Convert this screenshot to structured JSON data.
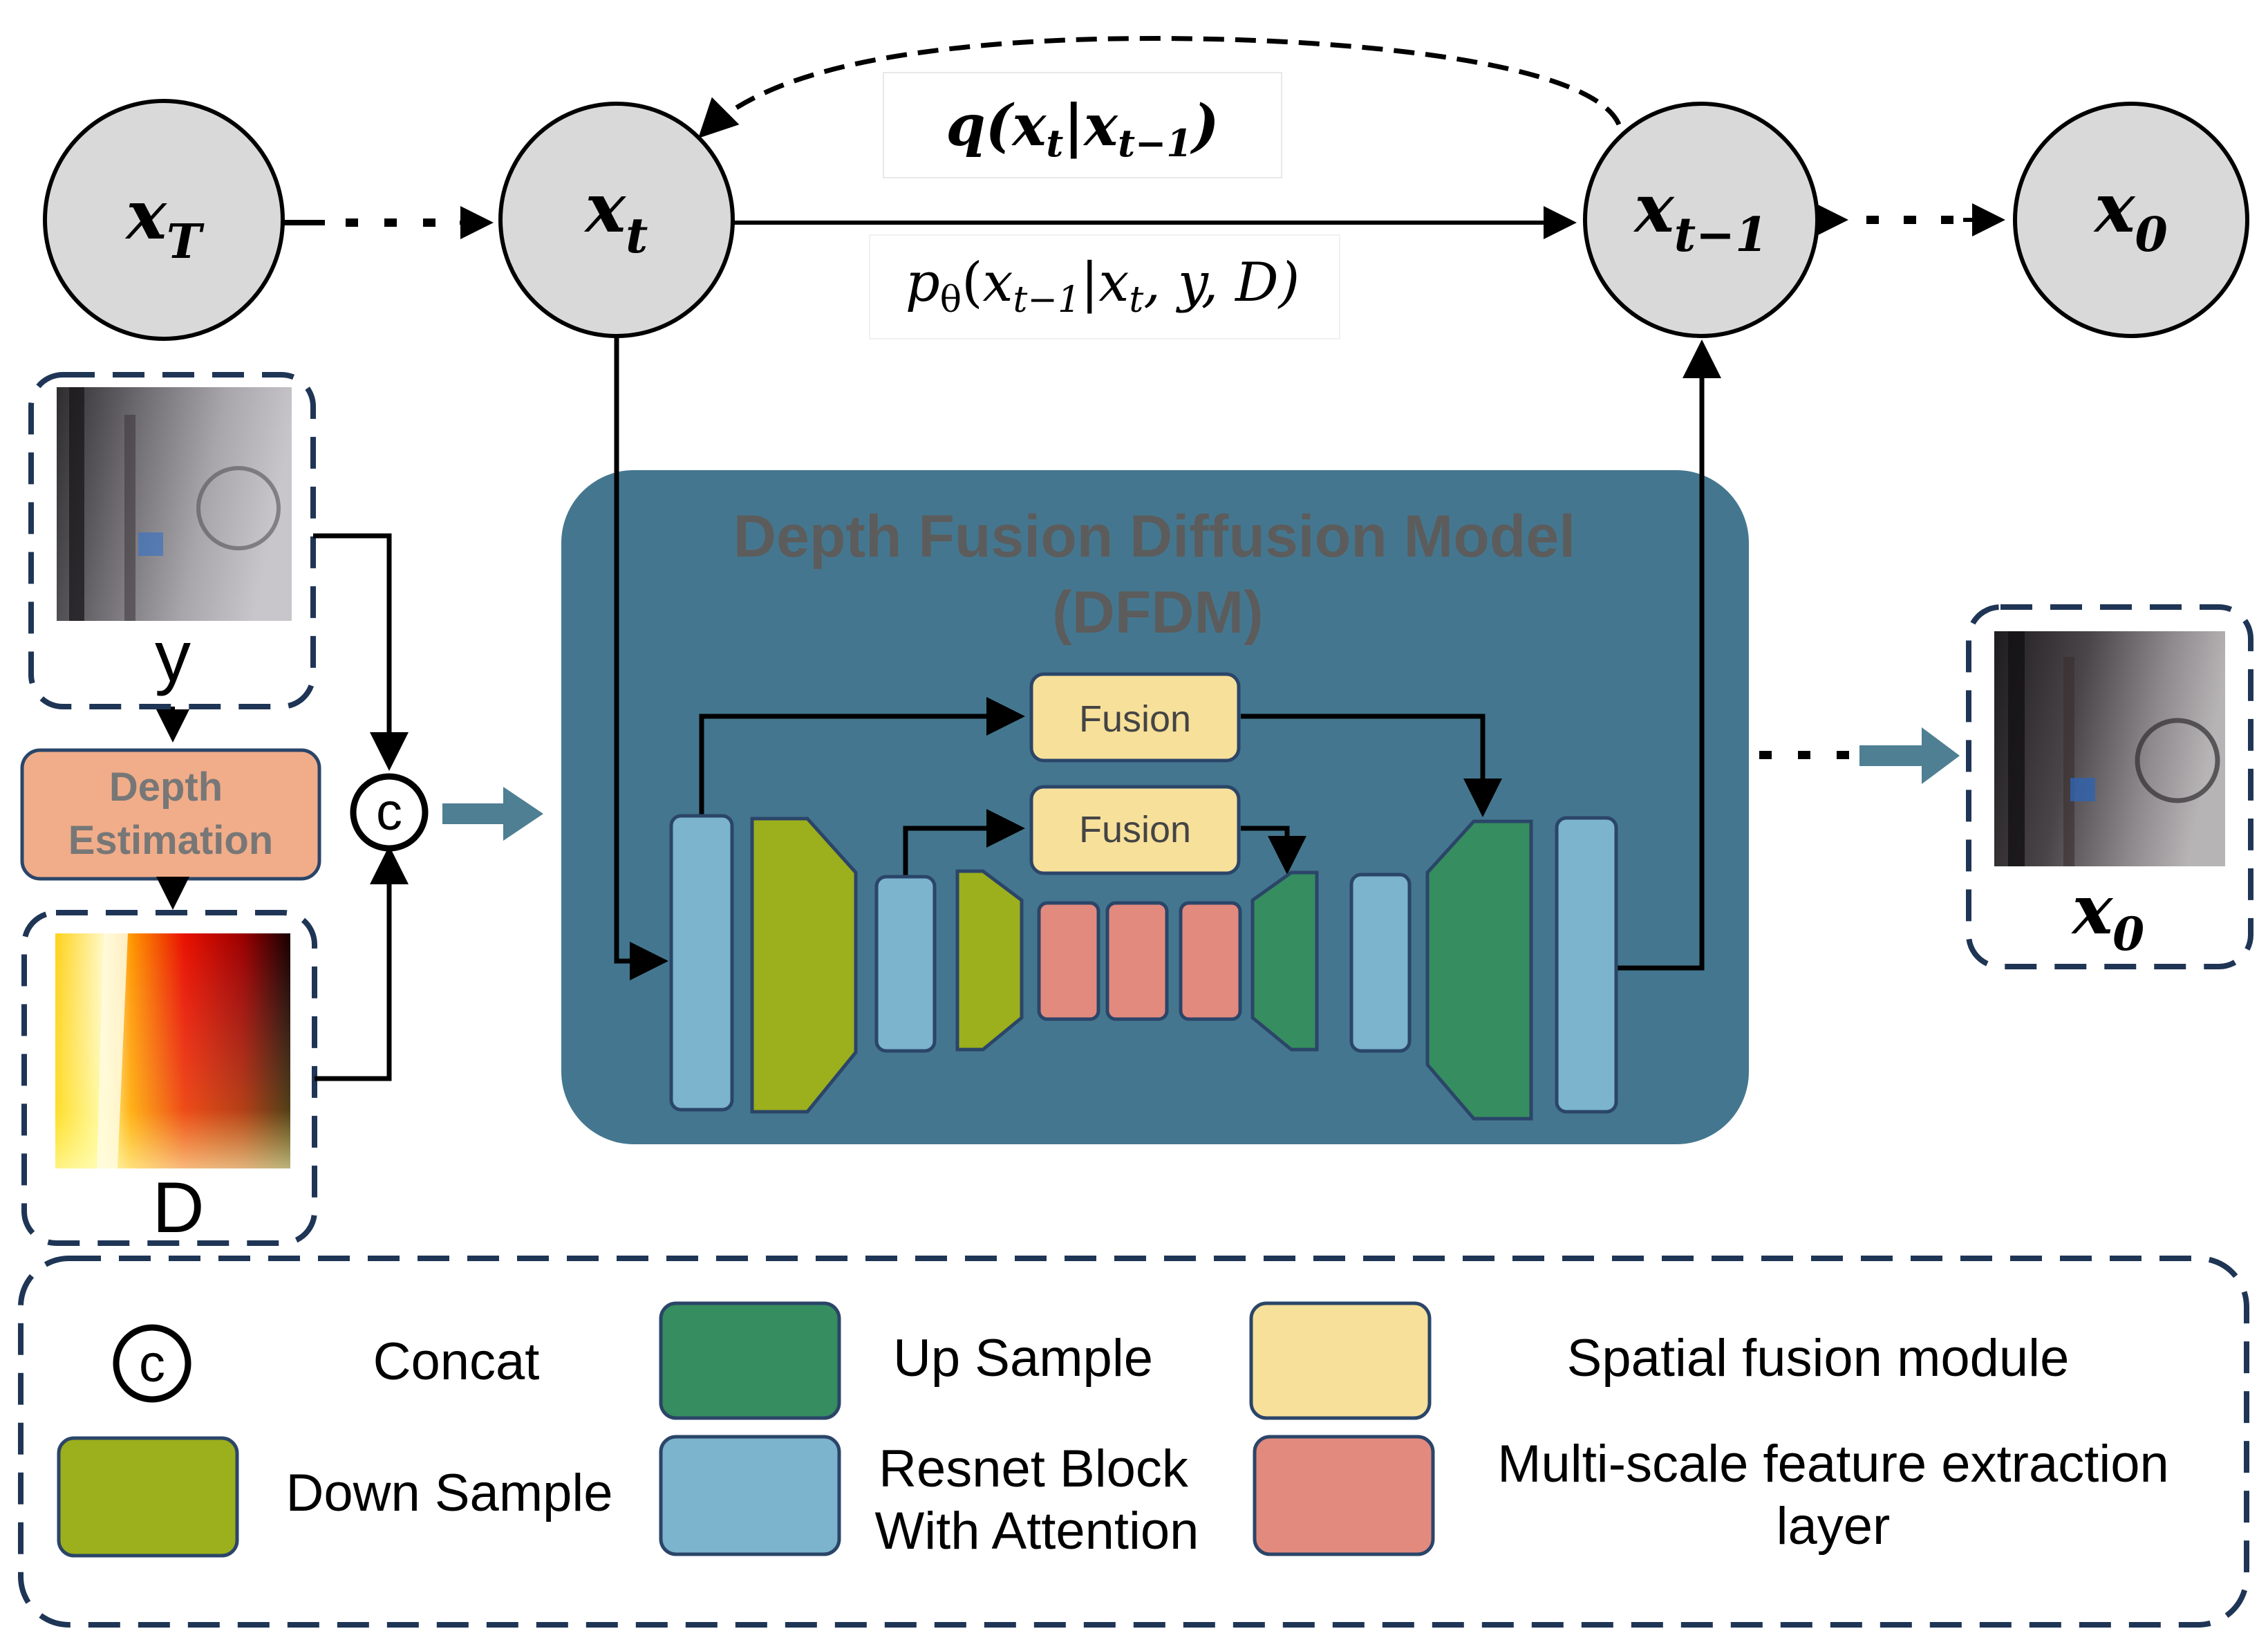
{
  "nodes": {
    "x_T": {
      "base": "x",
      "sub": "T"
    },
    "x_t": {
      "base": "x",
      "sub": "t"
    },
    "x_t_minus_1": {
      "base": "x",
      "sub": "t−1"
    },
    "x_0": {
      "base": "x",
      "sub": "0"
    }
  },
  "equations": {
    "forward": {
      "func": "q(",
      "a": "x",
      "a_sub": "t",
      "bar": "|",
      "b": "x",
      "b_sub": "t−1",
      "close": ")"
    },
    "reverse": {
      "func": "p",
      "func_sub": "θ",
      "open": "(",
      "a": "x",
      "a_sub": "t−1",
      "bar": "|",
      "b": "x",
      "b_sub": "t",
      "rest": ", y, D)"
    }
  },
  "inputs": {
    "hazy_label": "y",
    "depth_label": "D",
    "depth_estimation_line1": "Depth",
    "depth_estimation_line2": "Estimation",
    "concat_symbol": "c"
  },
  "model": {
    "title_line1": "Depth Fusion Diffusion Model",
    "title_line2": "(DFDM)",
    "fusion_top": "Fusion",
    "fusion_bottom": "Fusion"
  },
  "output": {
    "base": "x",
    "sub": "0"
  },
  "legend": {
    "concat_symbol": "c",
    "concat": "Concat",
    "up_sample": "Up Sample",
    "spatial_fusion": "Spatial fusion module",
    "down_sample": "Down Sample",
    "resnet_line1": "Resnet Block",
    "resnet_line2": "With Attention",
    "multiscale_line1": "Multi-scale feature extraction",
    "multiscale_line2": "layer"
  },
  "colors": {
    "node_fill": "#d9d9d9",
    "model_bg": "#44778f",
    "resnet": "#7bb4cc",
    "down_sample": "#9caf1c",
    "up_sample": "#368d5f",
    "fusion": "#f7e09a",
    "multiscale": "#e38a7e",
    "depth_estimation": "#f1ad89",
    "dashed_border": "#1f3555",
    "teal_arrow": "#4e7f93"
  }
}
